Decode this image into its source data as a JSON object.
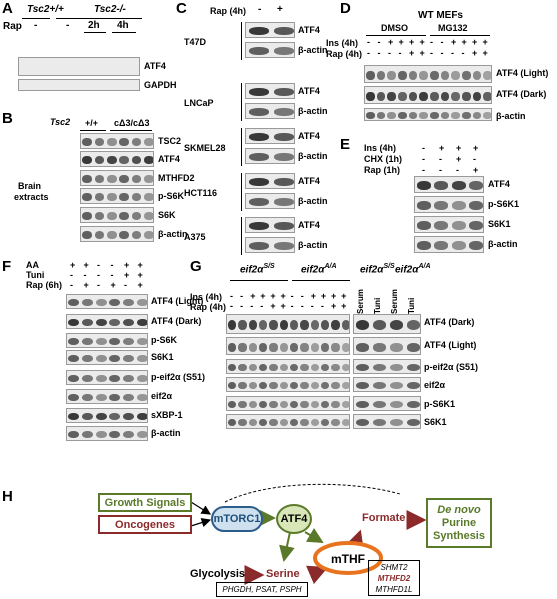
{
  "figure": {
    "A": {
      "label": "A",
      "genotype_wt": "Tsc2+/+",
      "genotype_ko": "Tsc2-/-",
      "rap_label": "Rap",
      "conditions": [
        "-",
        "-",
        "2h",
        "4h"
      ],
      "rows": [
        "ATF4",
        "GAPDH"
      ]
    },
    "B": {
      "label": "B",
      "genotype_label": "Tsc2",
      "groups": [
        "+/+",
        "cΔ3/cΔ3"
      ],
      "side_label": [
        "Brain",
        "extracts"
      ],
      "rows": [
        "TSC2",
        "ATF4",
        "MTHFD2",
        "p-S6K",
        "S6K",
        "β-actin"
      ]
    },
    "C": {
      "label": "C",
      "rap_label": "Rap (4h)",
      "conditions": [
        "-",
        "+"
      ],
      "cells": [
        {
          "name": "T47D",
          "rows": [
            "ATF4",
            "β-actin"
          ]
        },
        {
          "name": "LNCaP",
          "rows": [
            "ATF4",
            "β-actin"
          ]
        },
        {
          "name": "SKMEL28",
          "rows": [
            "ATF4",
            "β-actin"
          ]
        },
        {
          "name": "HCT116",
          "rows": [
            "ATF4",
            "β-actin"
          ]
        },
        {
          "name": "A375",
          "rows": [
            "ATF4",
            "β-actin"
          ]
        }
      ]
    },
    "D": {
      "label": "D",
      "title": "WT MEFs",
      "groups": [
        "DMSO",
        "MG132"
      ],
      "ins_label": "Ins (4h)",
      "rap_label": "Rap (4h)",
      "ins": [
        "-",
        "-",
        "+",
        "+",
        "+",
        "+",
        "-",
        "-",
        "+",
        "+",
        "+",
        "+"
      ],
      "rap": [
        "-",
        "-",
        "-",
        "-",
        "+",
        "+",
        "-",
        "-",
        "-",
        "-",
        "+",
        "+"
      ],
      "rows": [
        "ATF4 (Light)",
        "ATF4 (Dark)",
        "β-actin"
      ]
    },
    "E": {
      "label": "E",
      "treatments": [
        {
          "name": "Ins (4h)",
          "values": [
            "-",
            "+",
            "+",
            "+"
          ]
        },
        {
          "name": "CHX (1h)",
          "values": [
            "-",
            "-",
            "+",
            "-"
          ]
        },
        {
          "name": "Rap (1h)",
          "values": [
            "-",
            "-",
            "-",
            "+"
          ]
        }
      ],
      "rows": [
        "ATF4",
        "p-S6K1",
        "S6K1",
        "β-actin"
      ]
    },
    "F": {
      "label": "F",
      "treatments": [
        {
          "name": "AA",
          "values": [
            "+",
            "+",
            "-",
            "-",
            "+",
            "+"
          ]
        },
        {
          "name": "Tuni",
          "values": [
            "-",
            "-",
            "-",
            "-",
            "+",
            "+"
          ]
        },
        {
          "name": "Rap (6h)",
          "values": [
            "-",
            "+",
            "-",
            "+",
            "-",
            "+"
          ]
        }
      ],
      "rows": [
        "ATF4 (Light)",
        "ATF4 (Dark)",
        "p-S6K",
        "S6K1",
        "p-eif2α (S51)",
        "eif2α",
        "sXBP-1",
        "β-actin"
      ]
    },
    "G": {
      "label": "G",
      "genotypes": [
        "eif2α S/S",
        "eif2α A/A"
      ],
      "genotype_base": "eif2α",
      "sup_ss": "S/S",
      "sup_aa": "A/A",
      "ins_label": "Ins (4h)",
      "rap_label": "Rap (4h)",
      "ins": [
        "-",
        "-",
        "+",
        "+",
        "+",
        "+",
        "-",
        "-",
        "+",
        "+",
        "+",
        "+"
      ],
      "rap": [
        "-",
        "-",
        "-",
        "-",
        "+",
        "+",
        "-",
        "-",
        "-",
        "-",
        "+",
        "+"
      ],
      "side_conditions": [
        "Serum",
        "Tuni",
        "Serum",
        "Tuni"
      ],
      "rows": [
        "ATF4 (Dark)",
        "ATF4 (Light)",
        "p-eif2α (S51)",
        "eif2α",
        "p-S6K1",
        "S6K1"
      ]
    },
    "H": {
      "label": "H",
      "growth_signals": "Growth Signals",
      "oncogenes": "Oncogenes",
      "mtorc1": "mTORC1",
      "atf4": "ATF4",
      "mthf": "mTHF",
      "formate": "Formate",
      "serine": "Serine",
      "glycolysis": "Glycolysis",
      "de_novo": "De novo",
      "purine": "Purine",
      "synthesis": "Synthesis",
      "serine_enzymes": "PHGDH, PSAT, PSPH",
      "mthf_enzymes": [
        "SHMT2",
        "MTHFD2",
        "MTHFD1L"
      ],
      "colors": {
        "green": "#5a7a2a",
        "red": "#8b2a2a",
        "blue": "#2a5d8a",
        "orange": "#e8731f"
      }
    }
  }
}
